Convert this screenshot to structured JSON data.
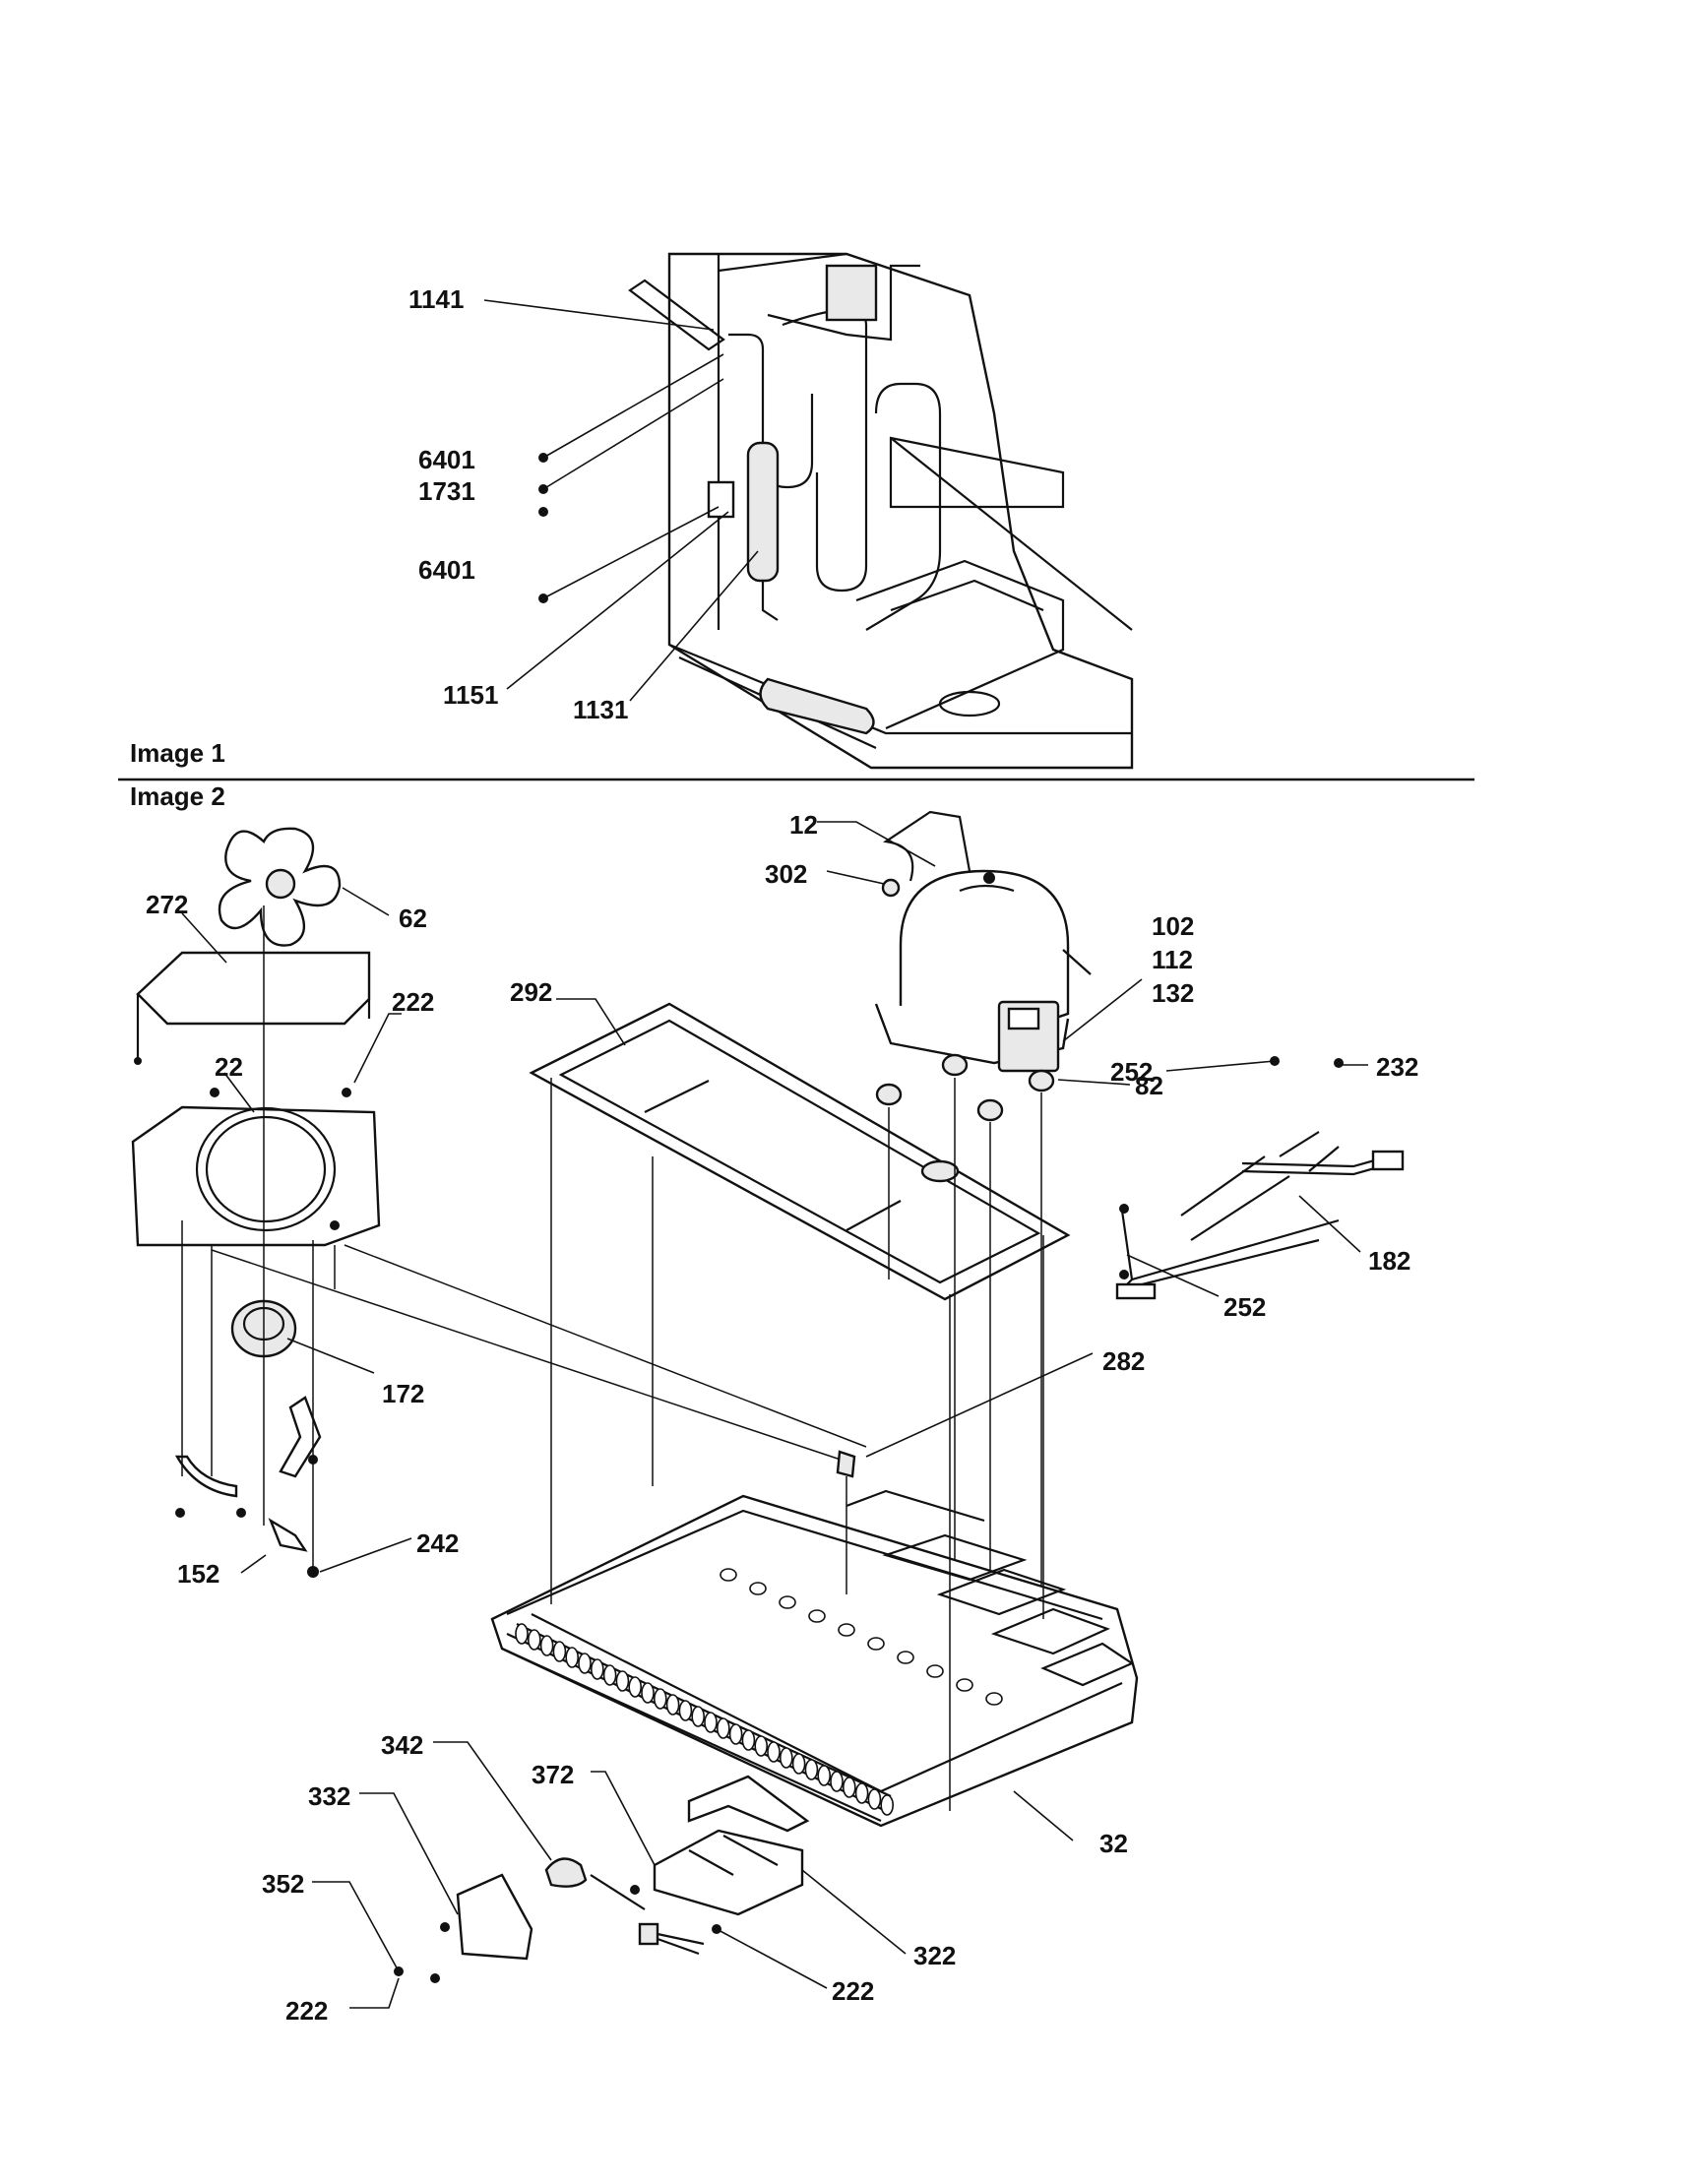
{
  "sections": {
    "image1": "Image 1",
    "image2": "Image 2"
  },
  "callouts": {
    "c1141": "1141",
    "c6401a": "6401",
    "c1731": "1731",
    "c6401b": "6401",
    "c1151": "1151",
    "c1131": "1131",
    "c12": "12",
    "c302": "302",
    "c102": "102",
    "c112": "112",
    "c132": "132",
    "c272": "272",
    "c62": "62",
    "c222a": "222",
    "c292": "292",
    "c252a": "252",
    "c232": "232",
    "c22": "22",
    "c82": "82",
    "c182": "182",
    "c252b": "252",
    "c282": "282",
    "c172": "172",
    "c242": "242",
    "c152": "152",
    "c342": "342",
    "c372": "372",
    "c332": "332",
    "c32": "32",
    "c352": "352",
    "c322": "322",
    "c222b": "222",
    "c222c": "222"
  },
  "colors": {
    "ink": "#111111",
    "paper": "#ffffff",
    "shade": "#e9e9e9"
  }
}
